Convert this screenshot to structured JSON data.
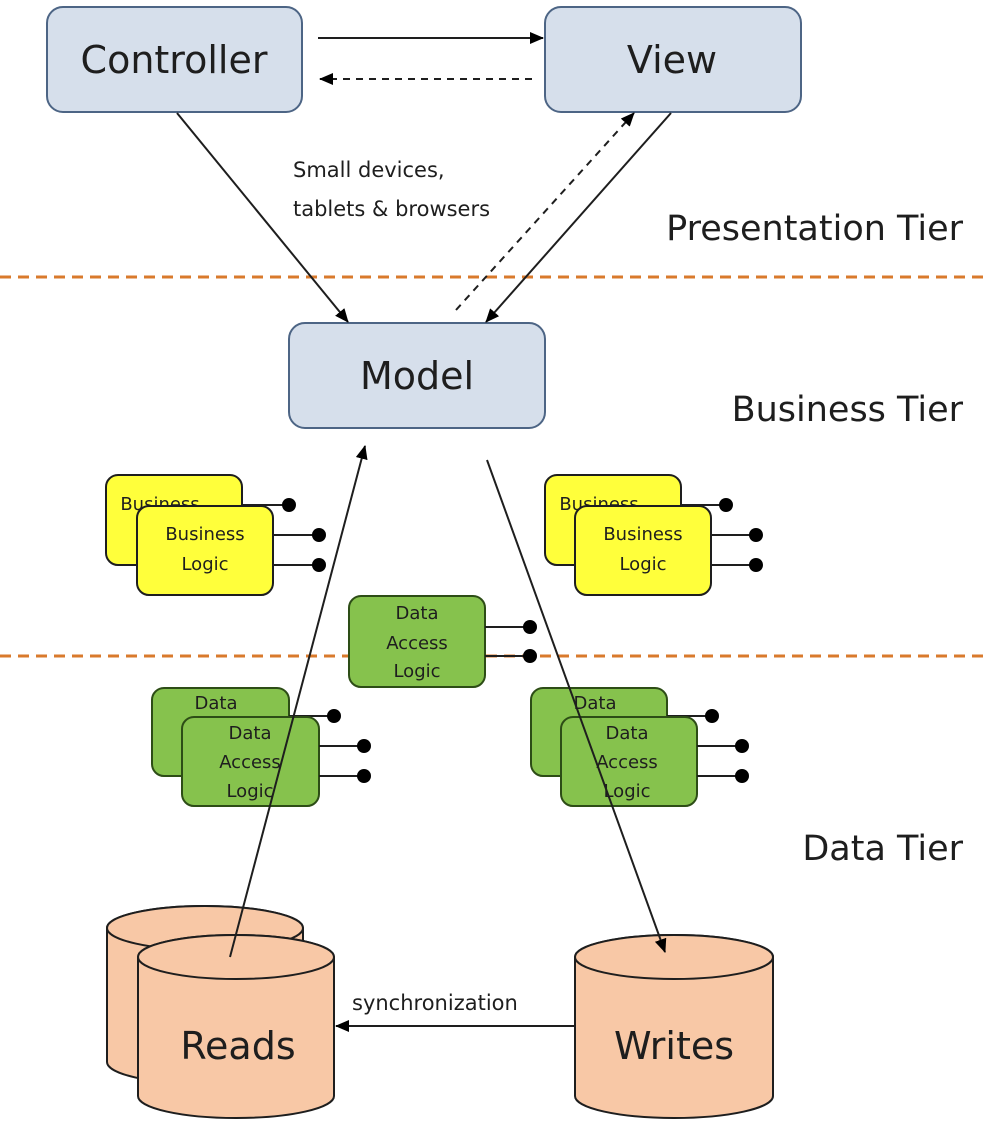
{
  "nodes": {
    "controller": "Controller",
    "view": "View",
    "model": "Model",
    "business_logic_back": "Business",
    "business_logic_line1": "Business",
    "business_logic_line2": "Logic",
    "data_access_back": "Data",
    "data_access_line1": "Data",
    "data_access_line2": "Access",
    "data_access_line3": "Logic",
    "reads": "Reads",
    "writes": "Writes"
  },
  "annotations": {
    "devices_line1": "Small devices,",
    "devices_line2": "tablets & browsers",
    "synchronization": "synchronization"
  },
  "tiers": {
    "presentation": "Presentation Tier",
    "business": "Business Tier",
    "data": "Data Tier"
  },
  "colors": {
    "mvc_fill": "#d6dfeb",
    "business_logic_fill": "#ffff3b",
    "data_access_fill": "#86c24d",
    "database_fill": "#f8c8a6",
    "divider": "#d97a2c"
  }
}
